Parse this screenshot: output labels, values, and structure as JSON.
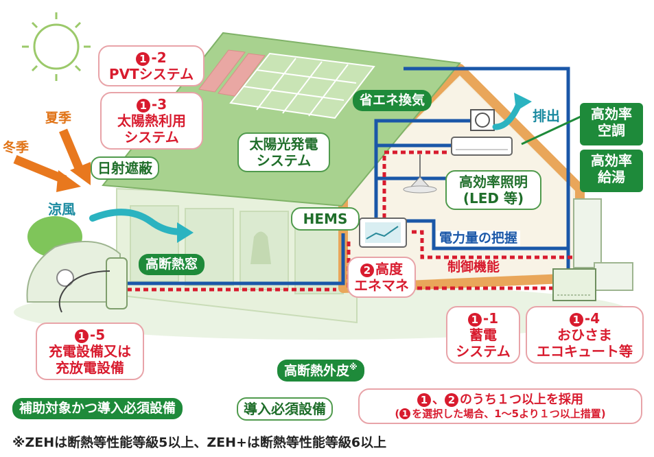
{
  "labels": {
    "pvt": {
      "num": "1",
      "line1": "-2",
      "line2": "PVTシステム"
    },
    "solar_thermal": {
      "num": "1",
      "line1": "-3",
      "line2": "太陽熱利用",
      "line3": "システム"
    },
    "summer": "夏季",
    "winter": "冬季",
    "shading": "日射遮蔽",
    "pv": {
      "line1": "太陽光発電",
      "line2": "システム"
    },
    "ventilation": "省エネ換気",
    "exhaust": "排出",
    "aircon": {
      "line1": "高効率",
      "line2": "空調"
    },
    "water_heater": {
      "line1": "高効率",
      "line2": "給湯"
    },
    "lighting": {
      "line1": "高効率照明",
      "line2": "(LED 等)"
    },
    "cool_breeze": "涼風",
    "hems": "HEMS",
    "power_monitor": "電力量の把握",
    "insulated_window": "高断熱窓",
    "control": "制御機能",
    "advanced_ene": {
      "num": "2",
      "line1": "高度",
      "line2": "エネマネ"
    },
    "charging": {
      "num": "1",
      "line1": "-5",
      "line2": "充電設備又は",
      "line3": "充放電設備"
    },
    "battery": {
      "num": "1",
      "line1": "-1",
      "line2": "蓄電",
      "line3": "システム"
    },
    "ecocute": {
      "num": "1",
      "line1": "-4",
      "line2": "おひさま",
      "line3": "エコキュート等"
    },
    "insulated_envelope": "高断熱外皮",
    "envelope_note_mark": "※"
  },
  "legend": {
    "subsidy_required": "補助対象かつ導入必須設備",
    "required": "導入必須設備",
    "choice": {
      "num1": "1",
      "sep": "、",
      "num2": "2",
      "line1": "のうち１つ以上を採用",
      "open": "(",
      "num3": "1",
      "line2": "を選択した場合、1～5より１つ以上措置)"
    }
  },
  "footnote": "※ZEHは断熱等性能等級5以上、ZEH+は断熱等性能等級6以上",
  "colors": {
    "red": "#d81b2e",
    "green": "#1e8a3a",
    "blue": "#1a57a8",
    "teal": "#2bb3c0",
    "orange": "#e8781e",
    "house_frame": "#e9a65a",
    "roof": "#9fcf86"
  }
}
